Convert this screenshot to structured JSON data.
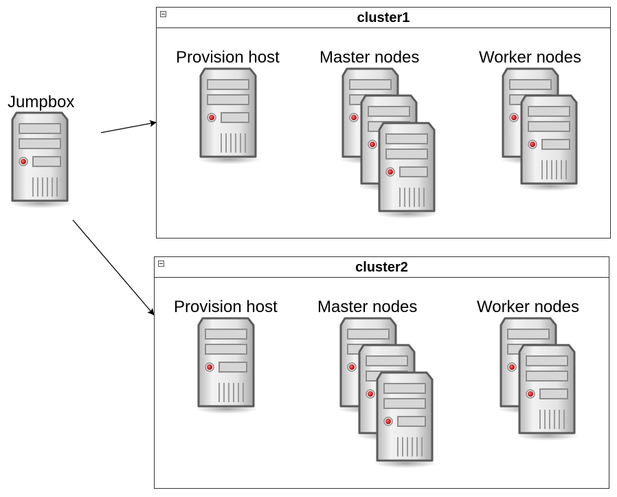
{
  "diagram": {
    "jumpbox": {
      "label": "Jumpbox"
    },
    "clusters": [
      {
        "title": "cluster1",
        "groups": [
          {
            "label": "Provision host",
            "count": 1
          },
          {
            "label": "Master nodes",
            "count": 3
          },
          {
            "label": "Worker nodes",
            "count": 2
          }
        ]
      },
      {
        "title": "cluster2",
        "groups": [
          {
            "label": "Provision host",
            "count": 1
          },
          {
            "label": "Master nodes",
            "count": 3
          },
          {
            "label": "Worker nodes",
            "count": 2
          }
        ]
      }
    ],
    "edges": [
      {
        "from": "jumpbox",
        "to": "cluster1"
      },
      {
        "from": "jumpbox",
        "to": "cluster2"
      }
    ]
  }
}
